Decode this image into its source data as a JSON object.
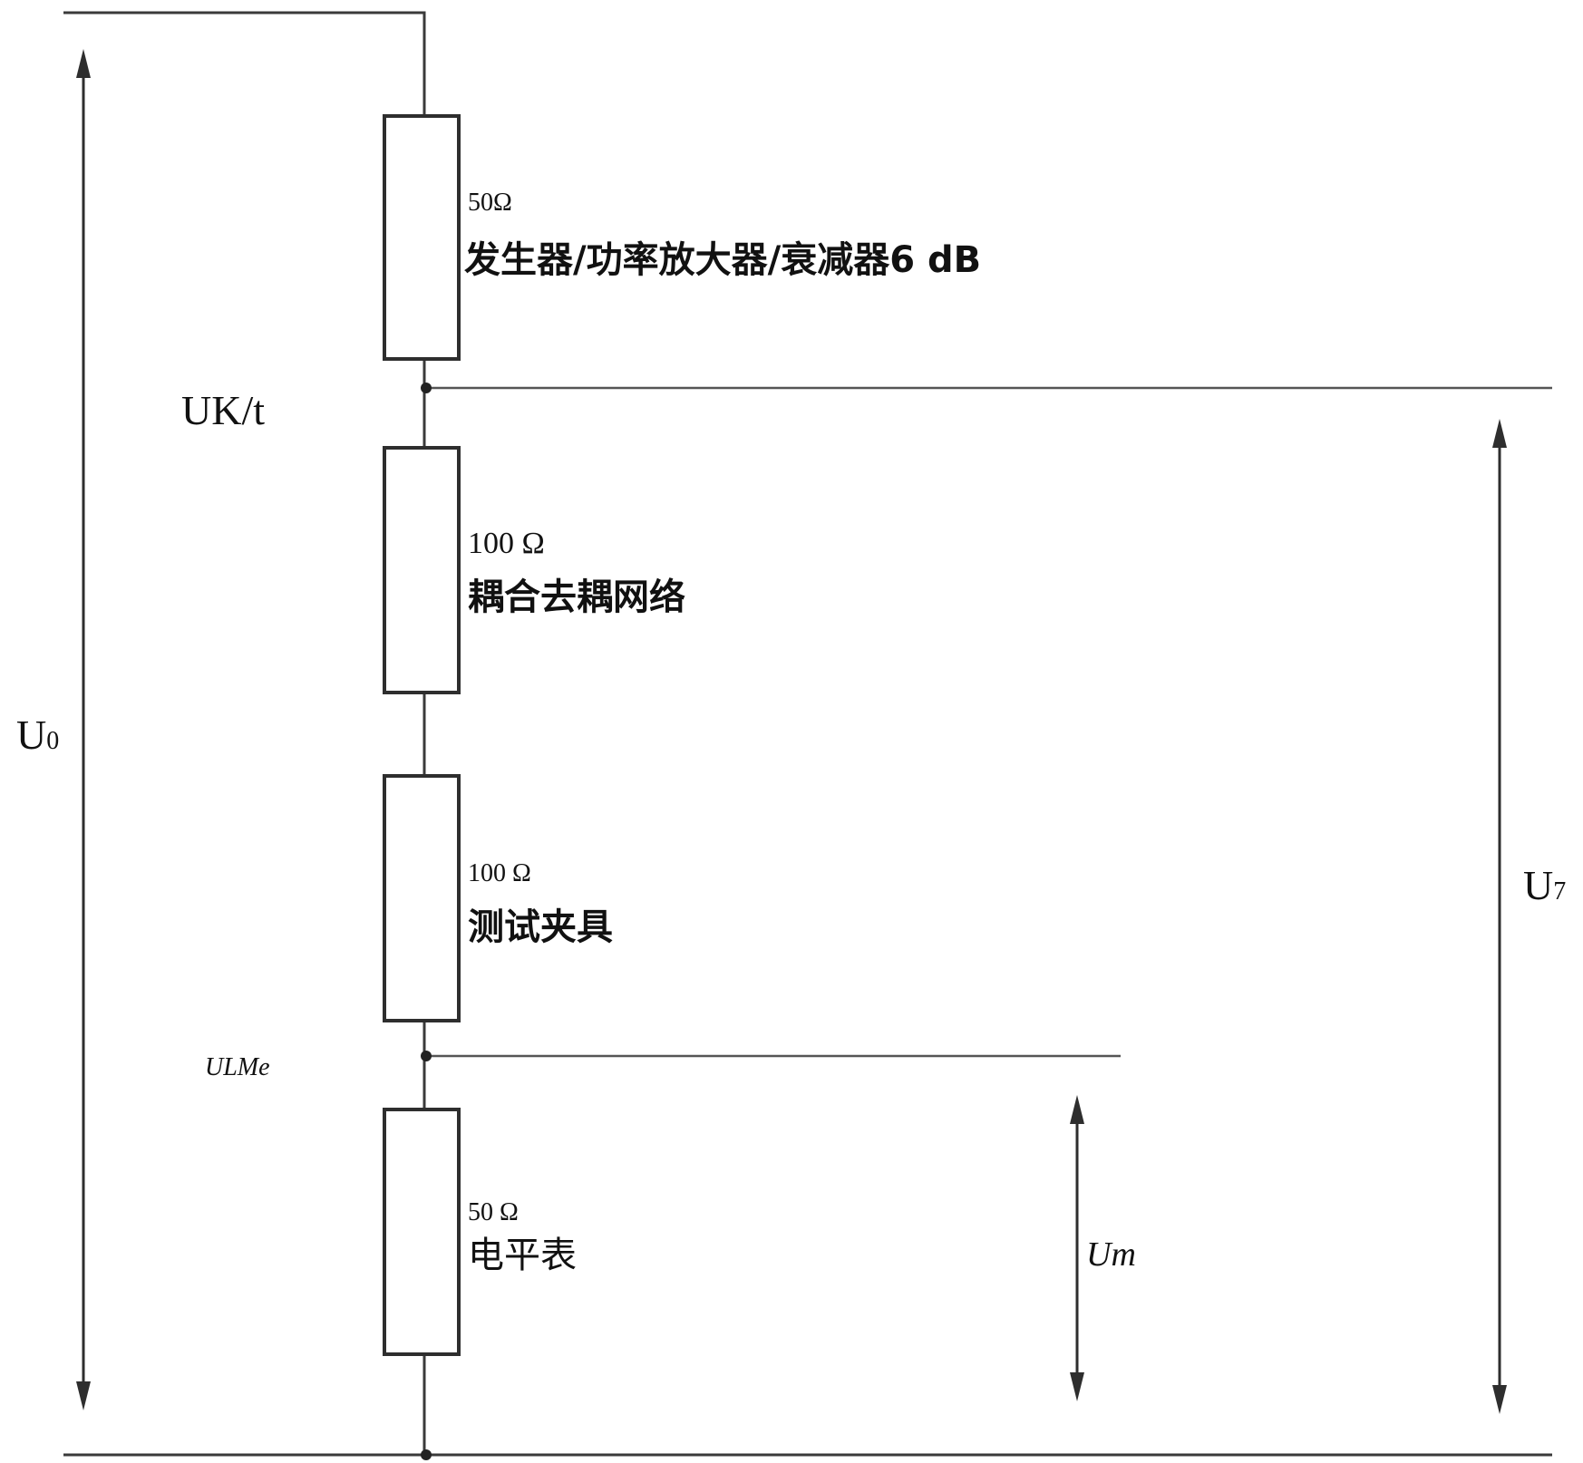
{
  "labels": {
    "r1_value": "50Ω",
    "r1_name": "发生器/功率放大器/衰减器6 dB",
    "uk": "UK/t",
    "r2_value": "100 Ω",
    "r2_name": "耦合去耦网络",
    "u0_main": "U",
    "u0_sub": "0",
    "r3_value": "100 Ω",
    "r3_name": "测试夹具",
    "u7_main": "U",
    "u7_sub": "7",
    "ulme": "ULMe",
    "r4_value": "50 Ω",
    "r4_name": "电平表",
    "um": "Um"
  }
}
